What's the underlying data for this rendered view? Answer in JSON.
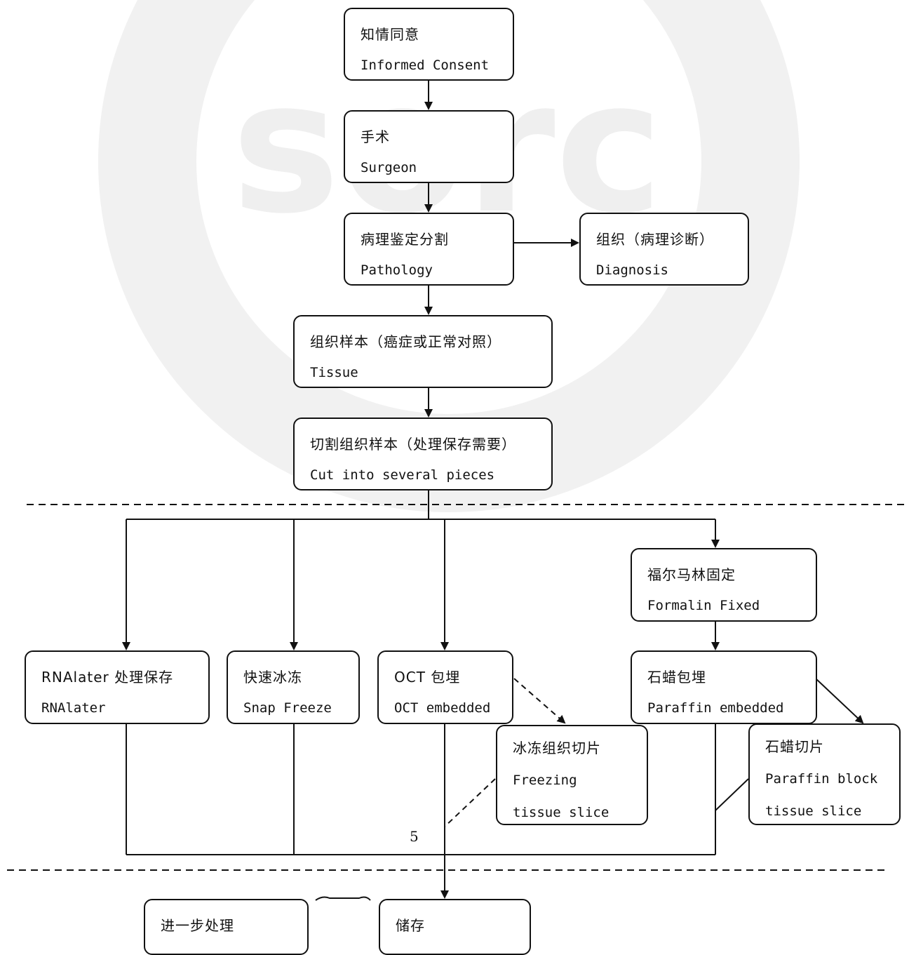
{
  "watermark": {
    "text": "sorc",
    "color": "#efefef"
  },
  "diagram": {
    "nodes": {
      "consent": {
        "zh": "知情同意",
        "en": "Informed Consent"
      },
      "surgeon": {
        "zh": "手术",
        "en": "Surgeon"
      },
      "pathology": {
        "zh": "病理鉴定分割",
        "en": "Pathology"
      },
      "diagnosis": {
        "zh": "组织（病理诊断）",
        "en": "Diagnosis"
      },
      "tissue": {
        "zh": "组织样本（癌症或正常对照）",
        "en": "Tissue"
      },
      "cut": {
        "zh": "切割组织样本（处理保存需要）",
        "en": "Cut into several pieces"
      },
      "formalin": {
        "zh": "福尔马林固定",
        "en": "Formalin Fixed"
      },
      "rnalater": {
        "zh": "RNAlater 处理保存",
        "en": "RNAlater"
      },
      "snap": {
        "zh": "快速冰冻",
        "en": "Snap Freeze"
      },
      "oct": {
        "zh": "OCT 包埋",
        "en": "OCT embedded"
      },
      "paraffin": {
        "zh": "石蜡包埋",
        "en": "Paraffin embedded"
      },
      "frozen_slice": {
        "zh": "冰冻组织切片",
        "en1": "Freezing",
        "en2": "tissue slice"
      },
      "paraffin_slice": {
        "zh": "石蜡切片",
        "en1": "Paraffin block",
        "en2": "tissue slice"
      },
      "further": {
        "zh": "进一步处理"
      },
      "storage": {
        "zh": "储存"
      }
    },
    "annotation": "5"
  }
}
